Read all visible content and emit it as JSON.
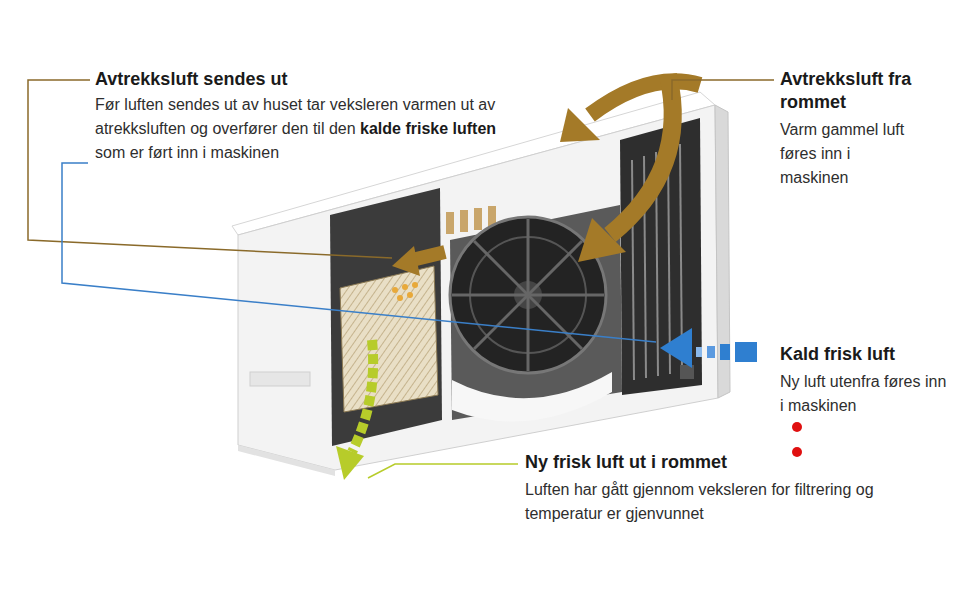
{
  "diagram": {
    "labels": [
      "Avtrekksluft sendes ut",
      "Før luften sendes ut av huset tar veksleren varmen ut av atrekksluften og overfører den til den",
      "kalde friske luften",
      "som er ført inn i maskinen",
      "Avtrekksluft fra rommet",
      "Varm gammel luft føres inn i maskinen",
      "Kald frisk luft",
      "Ny luft utenfra føres inn i maskinen",
      "Ny frisk luft ut i rommet",
      "Luften har gått gjennom veksleren for filtrering og temperatur er gjenvunnet"
    ]
  }
}
